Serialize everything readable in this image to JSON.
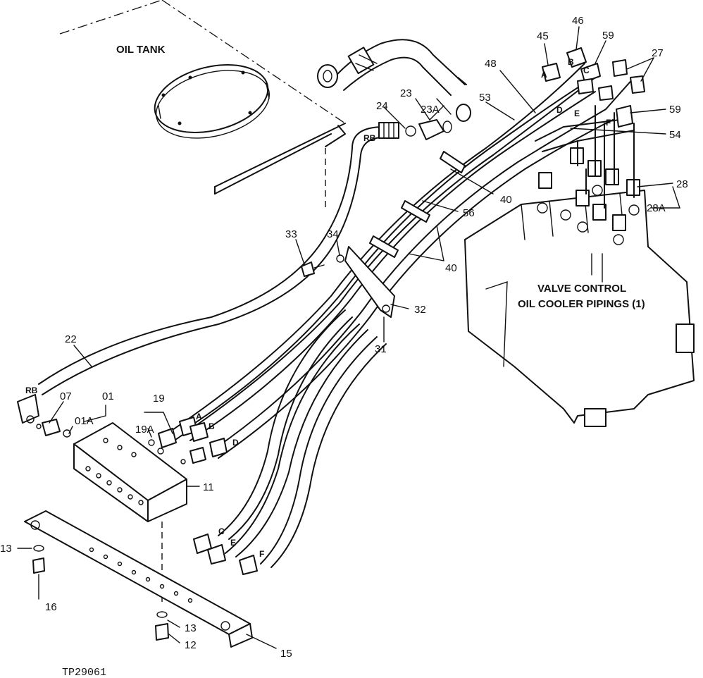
{
  "diagram": {
    "titles": {
      "oil_tank": "OIL TANK",
      "valve_line1": "VALVE CONTROL",
      "valve_line2": "OIL COOLER PIPINGS (1)"
    },
    "figure_code": "TP29061",
    "callouts": [
      "45",
      "46",
      "59",
      "27",
      "48",
      "53",
      "23",
      "23A",
      "24",
      "RB",
      "D",
      "E",
      "59",
      "54",
      "F",
      "28",
      "28A",
      "40",
      "56",
      "40",
      "33",
      "34",
      "32",
      "31",
      "22",
      "RB",
      "07",
      "01",
      "01A",
      "19",
      "19A",
      "A",
      "B",
      "D",
      "11",
      "C",
      "E",
      "F",
      "13",
      "16",
      "13",
      "12",
      "15",
      "A",
      "B",
      "C"
    ]
  }
}
